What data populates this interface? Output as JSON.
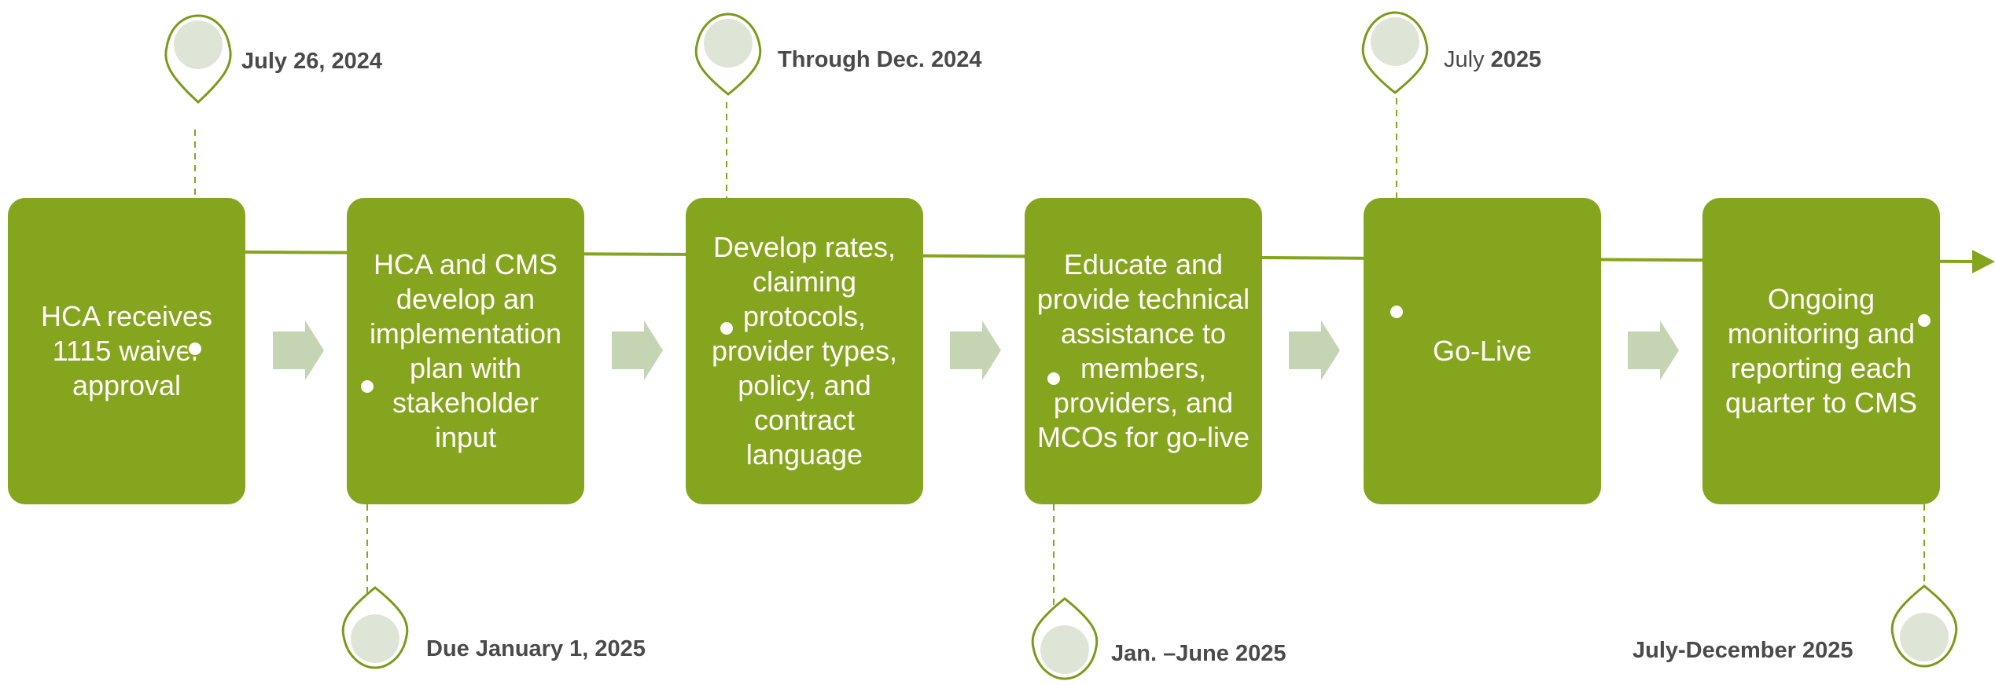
{
  "colors": {
    "box_fill": "#86a51e",
    "box_text": "#ffffff",
    "arrow_fill": "#c5d5b3",
    "pin_stroke": "#7a9a1a",
    "pin_inner": "#dfe5d6",
    "connector": "#86a51e",
    "date_text": "#4a4a4a"
  },
  "icons": {
    "pin": "map-pin-icon",
    "chevron": "chevron-arrow-icon",
    "timeline_arrow": "arrow-right-icon"
  },
  "steps": [
    {
      "text": "HCA receives 1115 waiver approval"
    },
    {
      "text": "HCA and CMS develop an implementation plan with stakeholder input"
    },
    {
      "text": "Develop rates, claiming protocols, provider types, policy, and contract language"
    },
    {
      "text": "Educate and provide technical assistance to members, providers, and MCOs for go-live"
    },
    {
      "text": "Go-Live"
    },
    {
      "text": "Ongoing monitoring and reporting each quarter to CMS"
    }
  ],
  "milestones": [
    {
      "label": "July 26, 2024"
    },
    {
      "label": "Due January 1, 2025"
    },
    {
      "label": "Through Dec. 2024"
    },
    {
      "label": "Jan. –June 2025"
    },
    {
      "label_month": "July",
      "label_year": "2025"
    },
    {
      "label": "July-December 2025"
    }
  ]
}
